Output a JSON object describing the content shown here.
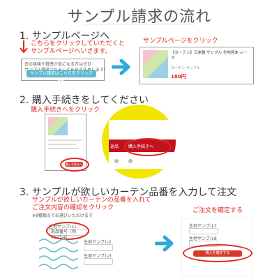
{
  "title": "サンプル請求の流れ",
  "step1": {
    "heading": "1. サンプルページへ",
    "instruction_line1": "こちらをクリックしていただくと",
    "instruction_line2": "サンプルページへいきます。",
    "box_line1": "白の色味や質感が気になる方はぜひ",
    "box_line2": "サンプル請求されることをおすすめします！",
    "button_label": "サンプル請求はこちらをクリック ▶▶",
    "callout": "サンプルページをクリック",
    "product_title": "【カーテン】日本製 サンプル 生地見本 レース",
    "product_sub": "カーテン サンプル",
    "product_price": "180円"
  },
  "step2": {
    "heading": "2. 購入手続きをしてください",
    "callout": "購入手続きへをクリック",
    "mini_button": "購入手続きへ",
    "zoom_left_tab": "返品",
    "zoom_button": "購入手続きへ"
  },
  "step3": {
    "heading": "3. サンプルが欲しいカーテン品番を入力して注文",
    "instruction_line1": "サンプルが欲しいカーテンの品番を入れて",
    "instruction_line2": "ご注文内容の確認をクリック",
    "note": "※8種類までお選びいただけます",
    "form_label1": "生地サンプル1",
    "form_value1": "商品番号（例 0123-4）",
    "form_label2": "生地サンプル2",
    "form_value2": "",
    "form_label3": "生地サンプル3",
    "form_value3": "",
    "confirm_callout": "ご注文を確定する",
    "confirm_button": "購入を確定する",
    "right_label1": "生地サンプル7",
    "right_label2": "生地サンプル8"
  },
  "colors": {
    "accent_red": "#e0281f",
    "teal": "#5fb9c9",
    "yellow": "#f2e600",
    "arrow_blue": "#2ba9dc"
  }
}
